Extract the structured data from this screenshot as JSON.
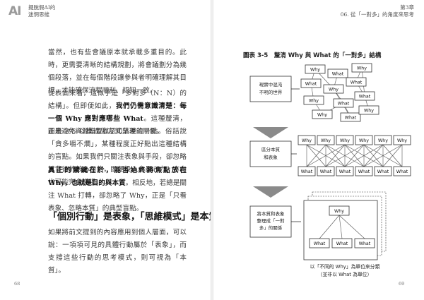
{
  "header": {
    "logo": "AI",
    "book_title_line1": "擺脫假AI的",
    "book_title_line2": "迷惘思維",
    "chapter_line1": "第3章",
    "chapter_line2": "06. 從「一對多」的角度來思考"
  },
  "left_page": {
    "paragraph1": "當然，也有些會議原本就承載多重目的。此時，更需要清晰的結構規劃，將會議劃分為幾個段落，並在每個階段讓參與者明確理解其目標，才能確保流程順利、認知一致。",
    "paragraph2_pre": "從表面來看，這似乎是「多對多（N：N）的結構」。但即便如此，",
    "paragraph2_bold": "我們仍需意識清楚：每一個 Why 應對應哪些 What",
    "paragraph2_post": "。這種釐清，正是避免資源錯置與認知落差的關鍵。",
    "paragraph3": "圖表 3-5 以模式化方式呈現這一點。俗話說「貪多嚼不爛」，某種程度正好點出這種結構的盲點。如果我們只關注表象與手段，卻忽略其背後的核心目的，即便投入大量心力、方向也可能完全錯誤。",
    "paragraph4_bold": "真正的關鍵在於，能否始終將焦點放在 Why，也就是目的與本質",
    "paragraph4_post": "。相反地，若總是關注 What 打轉，卻忽略了 Why，正是「只看表象、忽略本質」的典型盲點。",
    "section_heading": "「個別行動」是表象，「思維模式」是本質",
    "paragraph5": "如果將前文提到的內容應用到個人層面，可以說：一項項可見的具體行動屬於「表象」，而支撐這些行動的思考模式，則可視為「本質」。",
    "page_number": "68"
  },
  "right_page": {
    "page_number": "69",
    "figure": {
      "title": "圖表 3-5　釐清 Why 與 What 的「一對多」結構",
      "step1_label": "現實中混沌不明的世界",
      "step2_label": "區分本質和表象",
      "step3_label": "將本質和表象整理成「一對多」的關係",
      "why": "Why",
      "what": "What",
      "caption_line1": "以「不同的 Why」為單位來分類",
      "caption_line2": "（並非以 What 為單位）",
      "colors": {
        "line": "#555555",
        "box_border": "#333333",
        "arrow": "#8a8a8a",
        "page_bg": "#ffffff"
      }
    }
  }
}
